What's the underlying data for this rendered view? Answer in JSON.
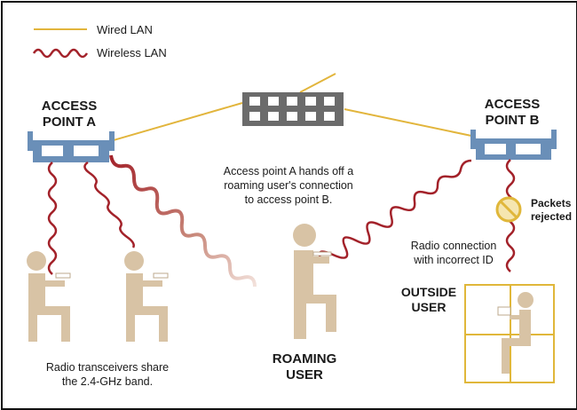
{
  "legend": {
    "wired_label": "Wired LAN",
    "wireless_label": "Wireless LAN"
  },
  "access_point_a": {
    "line1": "ACCESS",
    "line2": "POINT A"
  },
  "access_point_b": {
    "line1": "ACCESS",
    "line2": "POINT B"
  },
  "handoff_note": {
    "line1": "Access point A hands off a",
    "line2": "roaming user's connection",
    "line3": "to access point B."
  },
  "packets_note": {
    "line1": "Packets",
    "line2": "rejected"
  },
  "radio_note": {
    "line1": "Radio connection",
    "line2": "with incorrect ID"
  },
  "outside_user": {
    "line1": "OUTSIDE",
    "line2": "USER"
  },
  "roaming_user": {
    "line1": "ROAMING",
    "line2": "USER"
  },
  "transceiver_note": {
    "line1": "Radio transceivers share",
    "line2": "the 2.4-GHz band."
  },
  "colors": {
    "wired": "#e2b53c",
    "wireless": "#a3222a",
    "access_point": "#6a8fb8",
    "person": "#d8c3a5",
    "hub": "#6b6b6b",
    "window": "#e0b73a"
  }
}
